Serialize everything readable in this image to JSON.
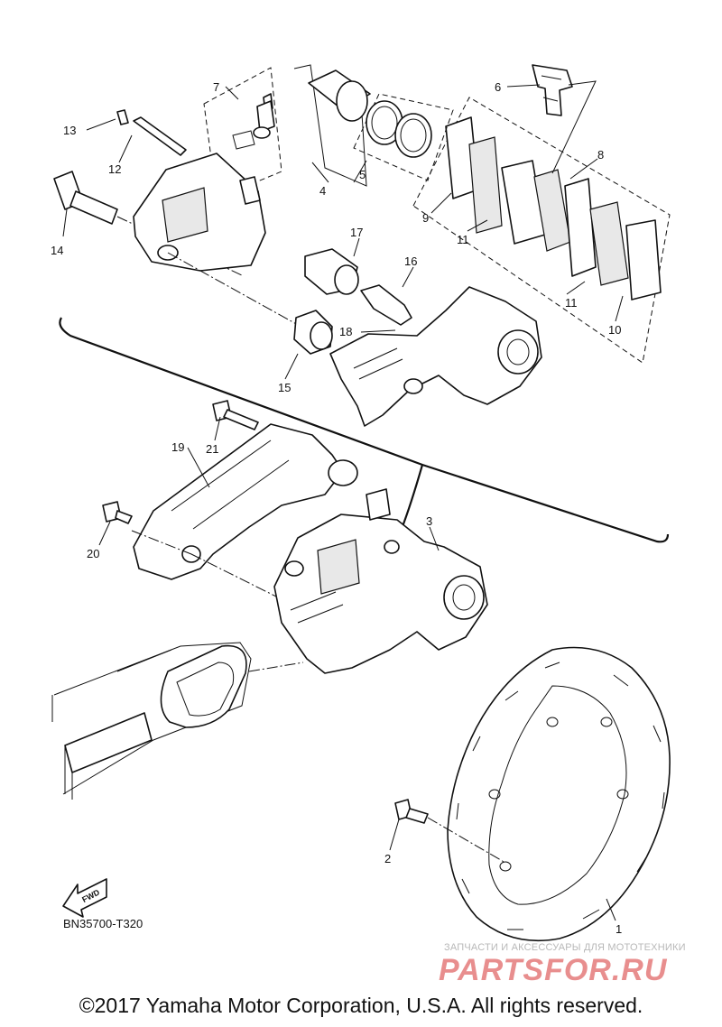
{
  "labels": {
    "p1": "1",
    "p2": "2",
    "p3": "3",
    "p4": "4",
    "p5": "5",
    "p6": "6",
    "p7": "7",
    "p8": "8",
    "p9": "9",
    "p10": "10",
    "p11a": "11",
    "p11b": "11",
    "p12": "12",
    "p13": "13",
    "p14": "14",
    "p15": "15",
    "p16": "16",
    "p17": "17",
    "p18": "18",
    "p19": "19",
    "p20": "20",
    "p21": "21"
  },
  "fwd_label": "FWD",
  "diagram_code": "BN35700-T320",
  "watermark": {
    "tagline": "ЗАПЧАСТИ И АКСЕССУАРЫ ДЛЯ МОТОТЕХНИКИ",
    "logo": "PARTSFOR.RU"
  },
  "copyright": "©2017 Yamaha Motor Corporation, U.S.A. All rights reserved."
}
